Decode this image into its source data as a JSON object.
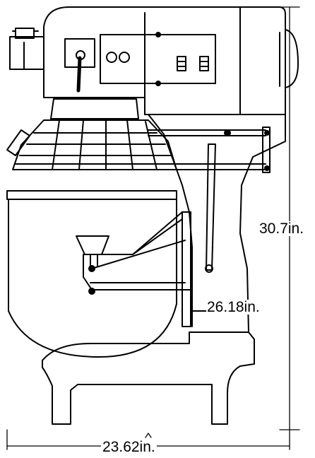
{
  "diagram": {
    "subject": "mixer-side-elevation",
    "stroke_color": "#000000",
    "background_color": "#ffffff"
  },
  "dimensions": {
    "overall_height": "30.7in.",
    "inner_height": "26.18in.",
    "overall_width": "23.62in."
  }
}
